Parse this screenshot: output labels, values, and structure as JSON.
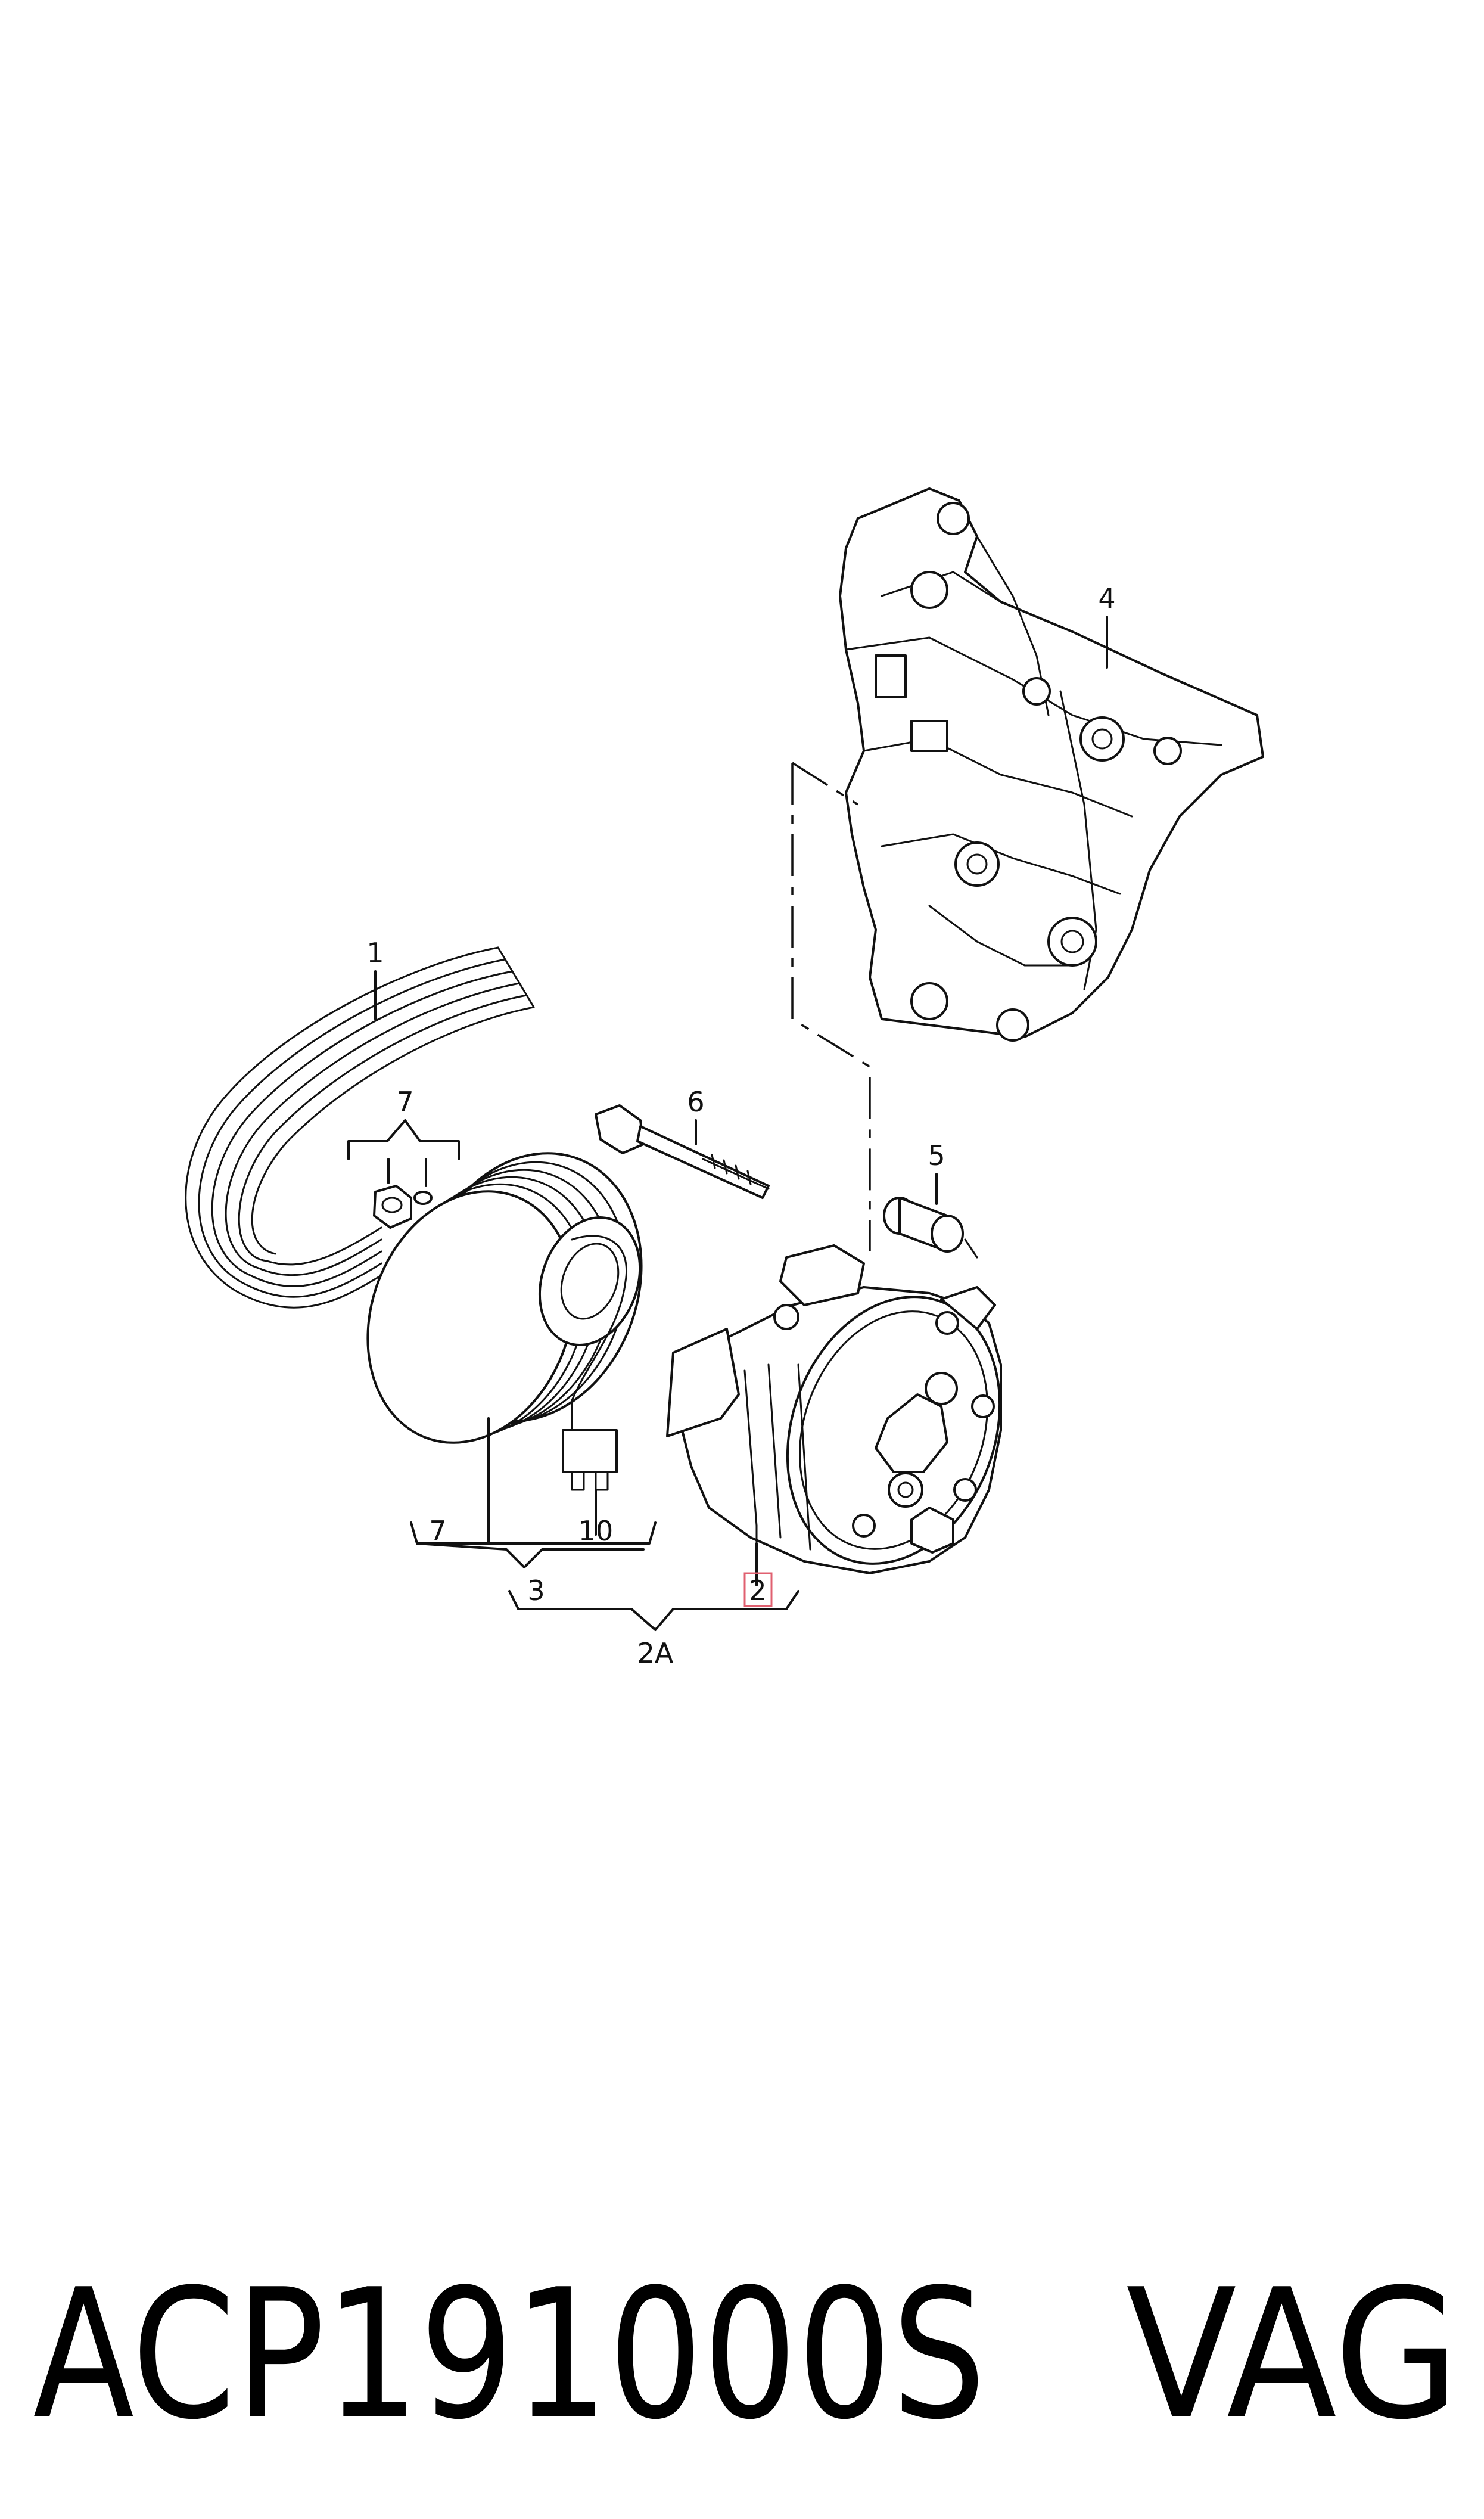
{
  "callouts": {
    "belt": "1",
    "compressor": "2",
    "compressor_assembly": "2A",
    "clutch_assembly": "3",
    "bracket": "4",
    "bushing": "5",
    "bolt": "6",
    "nut_upper": "7",
    "clutch_group": "7",
    "connector": "10"
  },
  "footer": {
    "part_number": "ACP191000S",
    "brand": "VAG"
  },
  "colors": {
    "line": "#111111",
    "highlight_box": "#e06070",
    "background": "#ffffff"
  }
}
